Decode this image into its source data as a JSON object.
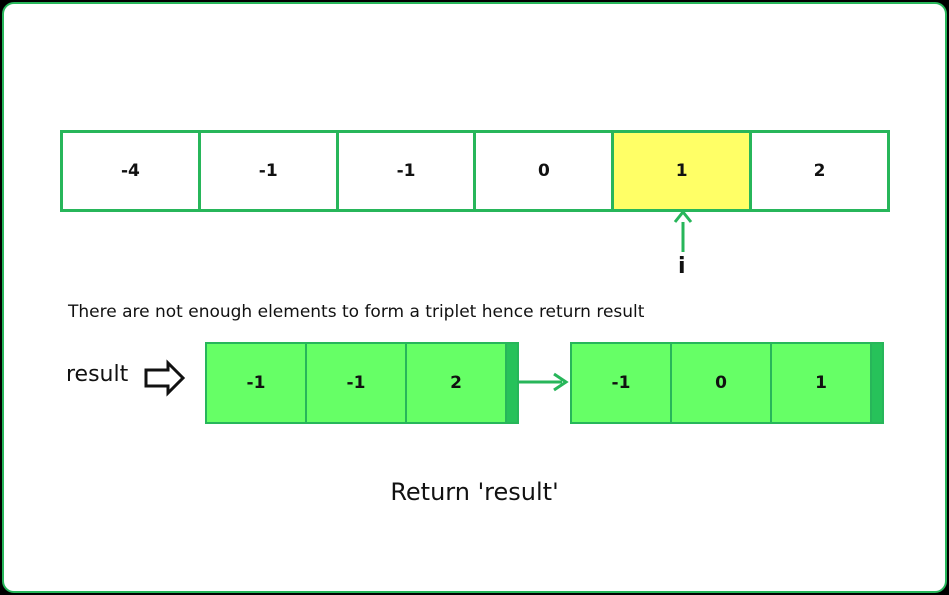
{
  "colors": {
    "accent": "#27b65a",
    "highlight": "#ffff66",
    "result_fill": "#66ff66"
  },
  "array": {
    "values": [
      "-4",
      "-1",
      "-1",
      "0",
      "1",
      "2"
    ],
    "highlight_index": 4
  },
  "pointer_label": "i",
  "note": "There are not enough elements to form a triplet hence return result",
  "result_label": "result",
  "results": [
    [
      "-1",
      "-1",
      "2"
    ],
    [
      "-1",
      "0",
      "1"
    ]
  ],
  "return_text": "Return 'result'",
  "icons": {
    "result_arrow": "hollow-right-arrow-icon",
    "pointer_arrow": "up-arrow-icon",
    "link_arrow": "right-arrow-icon"
  }
}
